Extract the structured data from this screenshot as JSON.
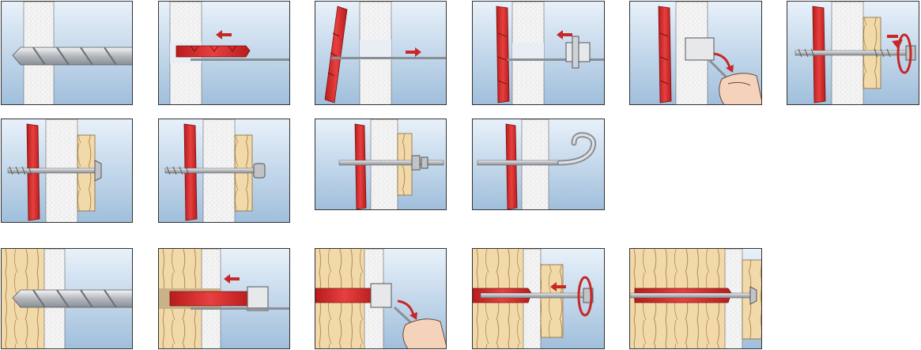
{
  "sequences": {
    "cavity_wall_screw": [
      "drill",
      "insert-anchor",
      "anchor-tilts",
      "push-collar",
      "pull-tab",
      "screw-in"
    ],
    "cavity_wall_result": [
      "fixed-screw",
      "fixed-screw-nut",
      "threaded-rod",
      "hook"
    ],
    "solid_wall": [
      "drill",
      "insert-anchor",
      "pull-tab",
      "screw-in",
      "fixed"
    ]
  },
  "colors": {
    "sky": "#cfe0f0",
    "wall_plaster": "#f2f2f2",
    "wood": "#f0d7a8",
    "anchor_red": "#d52b2b",
    "metal": "#b8bcc2",
    "arrow_red": "#c62828"
  }
}
